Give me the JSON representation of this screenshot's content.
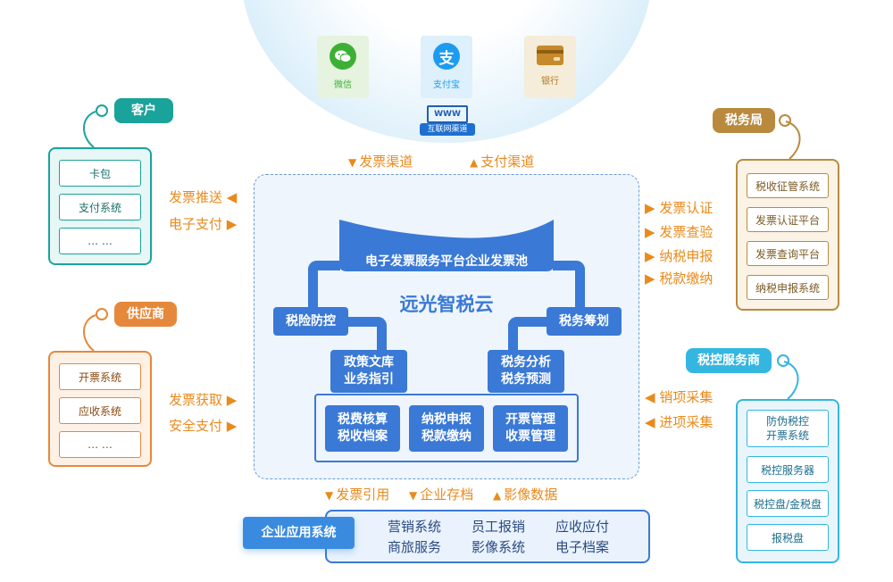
{
  "payment_channels": [
    {
      "label": "微信",
      "icon": "wechat-icon",
      "color": "#3cb034"
    },
    {
      "label": "支付宝",
      "icon": "alipay-icon",
      "color": "#1d9bf0"
    },
    {
      "label": "银行",
      "icon": "bank-card-icon",
      "color": "#c68a2a"
    }
  ],
  "internet": {
    "www": "WWW",
    "label": "互联网渠道"
  },
  "top_flows": {
    "invoice_channel": "发票渠道",
    "payment_channel": "支付渠道"
  },
  "customer": {
    "title": "客户",
    "items": [
      "卡包",
      "支付系统",
      "… …"
    ],
    "flows": [
      "发票推送",
      "电子支付"
    ]
  },
  "supplier": {
    "title": "供应商",
    "items": [
      "开票系统",
      "应收系统",
      "… …"
    ],
    "flows": [
      "发票获取",
      "安全支付"
    ]
  },
  "tax_bureau": {
    "title": "税务局",
    "items": [
      "税收征管系统",
      "发票认证平台",
      "发票查询平台",
      "纳税申报系统"
    ],
    "flows": [
      "发票认证",
      "发票查验",
      "纳税申报",
      "税款缴纳"
    ]
  },
  "tax_service": {
    "title": "税控服务商",
    "items": [
      "防伪税控\n开票系统",
      "税控服务器",
      "税控盘/金税盘",
      "报税盘"
    ],
    "flows": [
      "销项采集",
      "进项采集"
    ]
  },
  "core": {
    "pool": "电子发票服务平台企业发票池",
    "brand": "远光智税云",
    "left": "税险防控",
    "right": "税务筹划",
    "policy": "政策文库\n业务指引",
    "analysis": "税务分析\n税务预测",
    "modules": [
      "税费核算\n税收档案",
      "纳税申报\n税款缴纳",
      "开票管理\n收票管理"
    ]
  },
  "bottom_flows": [
    "发票引用",
    "企业存档",
    "影像数据"
  ],
  "enterprise": {
    "title": "企业应用系统",
    "apps": [
      "营销系统",
      "员工报销",
      "应收应付",
      "商旅服务",
      "影像系统",
      "电子档案"
    ]
  },
  "colors": {
    "teal": "#1aa39a",
    "orange": "#e6883a",
    "brown": "#b98a3e",
    "cyan": "#34b6e0",
    "blue": "#3a79d6",
    "flow": "#e98a1c"
  }
}
